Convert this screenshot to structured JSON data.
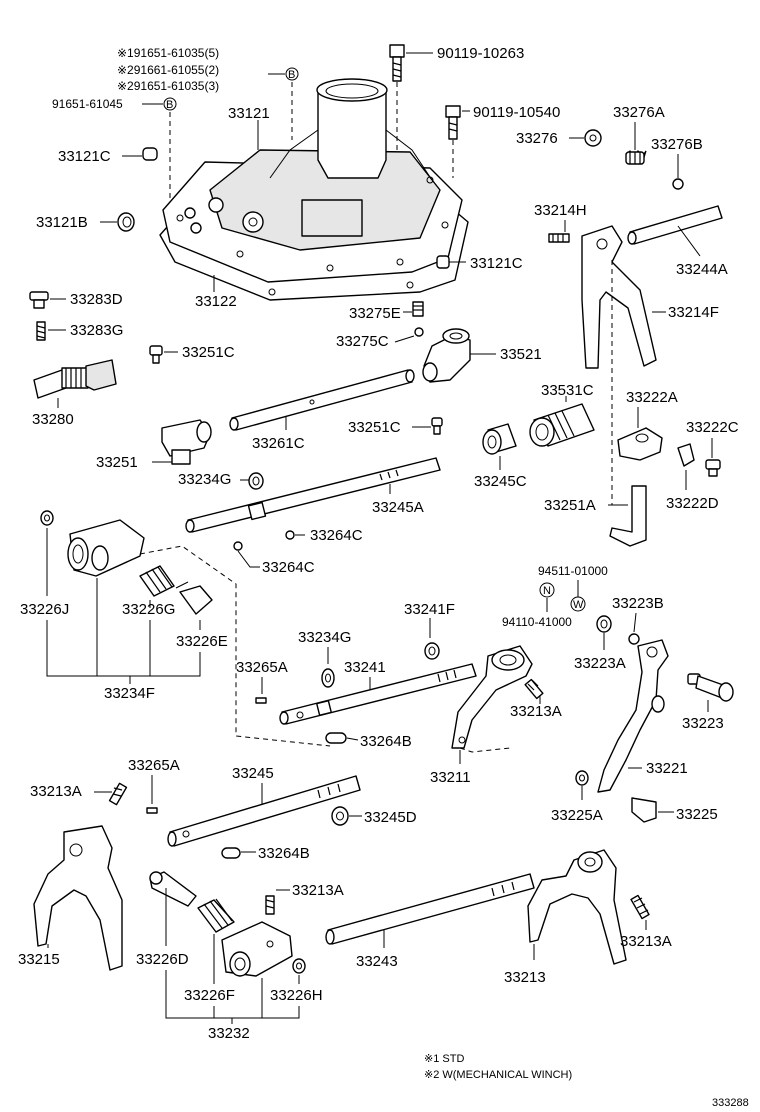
{
  "header_notes": {
    "note1": "※191651-61035(5)",
    "note2": "※291661-61055(2)",
    "note3": "※291651-61035(3)",
    "part_left": "91651-61045",
    "marker_b": "B"
  },
  "labels": {
    "p90119_10263": "90119-10263",
    "p90119_10540": "90119-10540",
    "p33121": "33121",
    "p33121C_a": "33121C",
    "p33121B": "33121B",
    "p33122": "33122",
    "p33121C_b": "33121C",
    "p33276": "33276",
    "p33276A": "33276A",
    "p33276B": "33276B",
    "p33214H": "33214H",
    "p33244A": "33244A",
    "p33214F": "33214F",
    "p33275E": "33275E",
    "p33275C": "33275C",
    "p33521": "33521",
    "p33283D": "33283D",
    "p33283G": "33283G",
    "p33251C_a": "33251C",
    "p33280": "33280",
    "p33261C": "33261C",
    "p33251C_b": "33251C",
    "p33531C": "33531C",
    "p33222A": "33222A",
    "p33222C": "33222C",
    "p33251": "33251",
    "p33234G_a": "33234G",
    "p33245A": "33245A",
    "p33245C": "33245C",
    "p33222D": "33222D",
    "p33251A": "33251A",
    "p33264C_a": "33264C",
    "p33264C_b": "33264C",
    "p94511_01000": "94511-01000",
    "p94110_41000": "94110-41000",
    "marker_n": "N",
    "marker_w": "W",
    "p33223B": "33223B",
    "p33223A": "33223A",
    "p33226J": "33226J",
    "p33226G": "33226G",
    "p33226E": "33226E",
    "p33241F": "33241F",
    "p33234G_b": "33234G",
    "p33265A_a": "33265A",
    "p33241": "33241",
    "p33213A_a": "33213A",
    "p33223": "33223",
    "p33234F": "33234F",
    "p33264B_a": "33264B",
    "p33211": "33211",
    "p33221": "33221",
    "p33213A_b": "33213A",
    "p33265A_b": "33265A",
    "p33245": "33245",
    "p33245D": "33245D",
    "p33225A": "33225A",
    "p33225": "33225",
    "p33264B_b": "33264B",
    "p33213A_c": "33213A",
    "p33215": "33215",
    "p33226D": "33226D",
    "p33243": "33243",
    "p33213": "33213",
    "p33213A_d": "33213A",
    "p33226F": "33226F",
    "p33226H": "33226H",
    "p33232": "33232"
  },
  "footnotes": {
    "n1": "※1 STD",
    "n2": "※2 W(MECHANICAL WINCH)"
  },
  "figure_number": "333288"
}
